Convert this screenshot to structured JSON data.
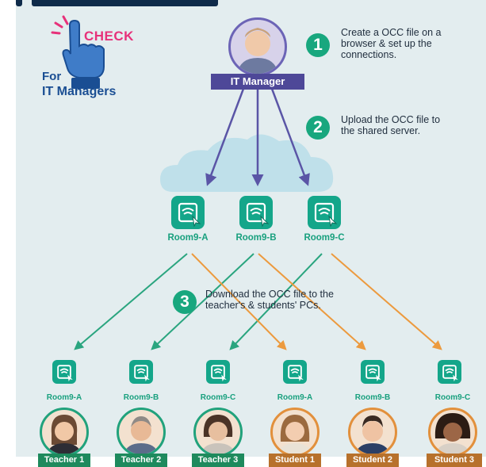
{
  "badge": {
    "check": "CHECK",
    "for": "For",
    "audience": "IT Managers"
  },
  "manager": {
    "label": "IT Manager"
  },
  "steps": [
    {
      "num": "1",
      "lines": [
        "Create a OCC file on a",
        "browser & set up the",
        "connections."
      ]
    },
    {
      "num": "2",
      "lines": [
        "Upload the OCC file to",
        "the shared server."
      ]
    },
    {
      "num": "3",
      "lines": [
        "Download the OCC file to the",
        "teacher's & students' PCs."
      ]
    }
  ],
  "server_rooms": [
    "Room9-A",
    "Room9-B",
    "Room9-C"
  ],
  "clients": [
    {
      "room": "Room9-A",
      "role": "Teacher 1"
    },
    {
      "room": "Room9-B",
      "role": "Teacher 2"
    },
    {
      "room": "Room9-C",
      "role": "Teacher 3"
    },
    {
      "room": "Room9-A",
      "role": "Student 1"
    },
    {
      "room": "Room9-B",
      "role": "Student 2"
    },
    {
      "room": "Room9-C",
      "role": "Student 3"
    }
  ],
  "icons": {
    "badge": "hand-pointer-icon",
    "room": "wireless-display-icon",
    "cloud": "cloud-icon"
  },
  "colors": {
    "background": "#e3edef",
    "manager_purple": "#4e4898",
    "teal": "#14a68a",
    "teacher_green": "#1e8a5d",
    "student_orange": "#b7712c",
    "check_pink": "#e7317a",
    "badge_blue": "#1a4e93"
  }
}
